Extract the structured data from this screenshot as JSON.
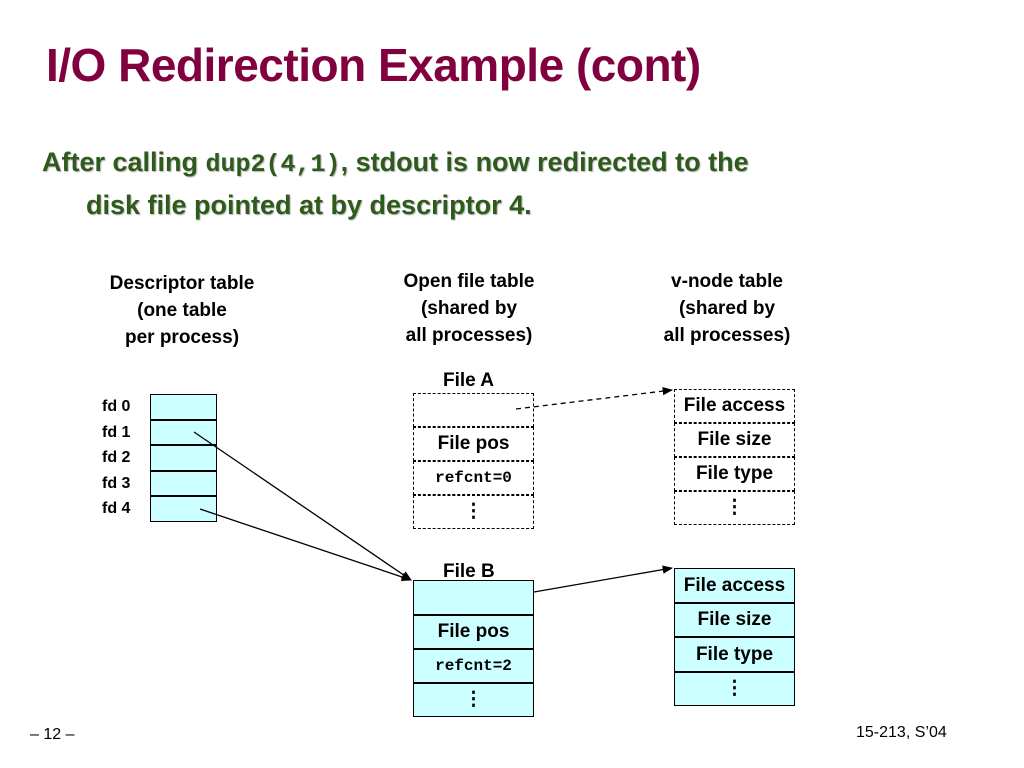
{
  "slide": {
    "title": "I/O Redirection Example (cont)",
    "bullet": {
      "before": "After calling ",
      "code": "dup2(4,1)",
      "after": ", stdout is now redirected to the",
      "line2": "disk file pointed at by descriptor 4."
    },
    "footer_left": "– 12 –",
    "footer_right": "15-213, S’04"
  },
  "diagram": {
    "headers": {
      "descriptor": "Descriptor table\n(one table\nper process)",
      "open_file": "Open file table\n(shared by\nall processes)",
      "vnode": "v-node table\n(shared by\nall processes)"
    },
    "descriptors": [
      "fd 0",
      "fd 1",
      "fd 2",
      "fd 3",
      "fd 4"
    ],
    "file_a": {
      "label": "File A",
      "pos": "File pos",
      "refcnt": "refcnt=0",
      "more": "⋮"
    },
    "file_b": {
      "label": "File B",
      "pos": "File pos",
      "refcnt": "refcnt=2",
      "more": "⋮"
    },
    "vnode_a": {
      "access": "File access",
      "size": "File size",
      "type": "File type",
      "more": "⋮"
    },
    "vnode_b": {
      "access": "File access",
      "size": "File size",
      "type": "File type",
      "more": "⋮"
    },
    "colors": {
      "title": "#800040",
      "bullet": "#2E5A1C",
      "box_fill": "#CCFFFF"
    }
  }
}
